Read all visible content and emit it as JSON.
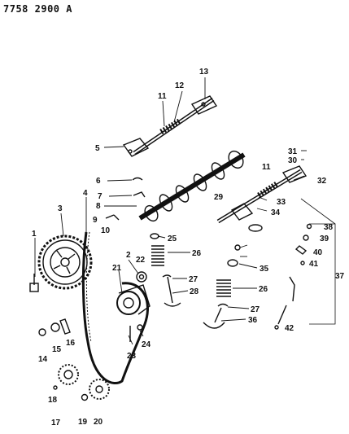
{
  "header": {
    "part_code": "7758 2900 A"
  },
  "callouts": {
    "c1": "1",
    "c2": "2",
    "c3": "3",
    "c4": "4",
    "c5": "5",
    "c6": "6",
    "c7": "7",
    "c8": "8",
    "c9": "9",
    "c10": "10",
    "c11": "11",
    "c12": "12",
    "c13": "13",
    "c14": "14",
    "c15": "15",
    "c16": "16",
    "c17": "17",
    "c18": "18",
    "c19": "19",
    "c20": "20",
    "c21": "21",
    "c22": "22",
    "c23": "23",
    "c24": "24",
    "c25": "25",
    "c26": "26",
    "c27": "27",
    "c28": "28",
    "c29": "29",
    "c30": "30",
    "c31": "31",
    "c32": "32",
    "c33": "33",
    "c34": "34",
    "c35": "35",
    "c36": "36",
    "c37": "37",
    "c38": "38",
    "c39": "39",
    "c40": "40",
    "c41": "41",
    "c42": "42"
  },
  "colors": {
    "ink": "#111111",
    "paper": "#ffffff"
  }
}
